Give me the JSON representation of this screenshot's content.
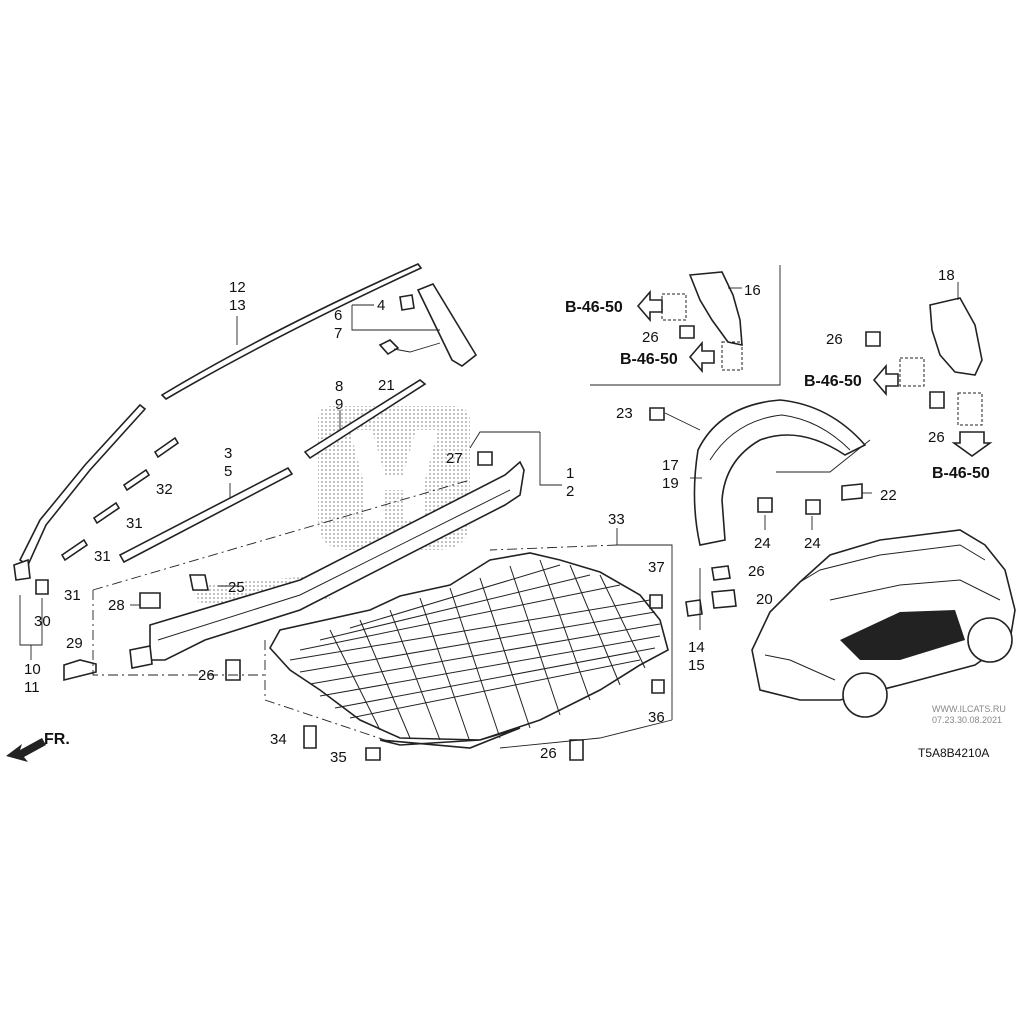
{
  "diagram": {
    "drawing_code": "T5A8B4210A",
    "watermark": [
      "WWW.ILCATS.RU",
      "07.23.30.08.2021"
    ],
    "front_marker": "FR.",
    "ref_labels": [
      "B-46-50",
      "B-46-50",
      "B-46-50",
      "B-46-50"
    ],
    "callouts": {
      "c12": "12",
      "c13": "13",
      "c6": "6",
      "c7": "7",
      "c4": "4",
      "c21": "21",
      "c8": "8",
      "c9": "9",
      "c3": "3",
      "c5": "5",
      "c32": "32",
      "c31a": "31",
      "c31b": "31",
      "c31c": "31",
      "c30": "30",
      "c10": "10",
      "c11": "11",
      "c29": "29",
      "c28": "28",
      "c25": "25",
      "c26a": "26",
      "c27": "27",
      "c1": "1",
      "c2": "2",
      "c33": "33",
      "c37": "37",
      "c26b": "26",
      "c20": "20",
      "c14": "14",
      "c15": "15",
      "c36": "36",
      "c34": "34",
      "c35": "35",
      "c26c": "26",
      "c16": "16",
      "c26d": "26",
      "c18": "18",
      "c26e": "26",
      "c26f": "26",
      "c23": "23",
      "c17": "17",
      "c19": "19",
      "c24a": "24",
      "c24b": "24",
      "c22": "22"
    }
  }
}
